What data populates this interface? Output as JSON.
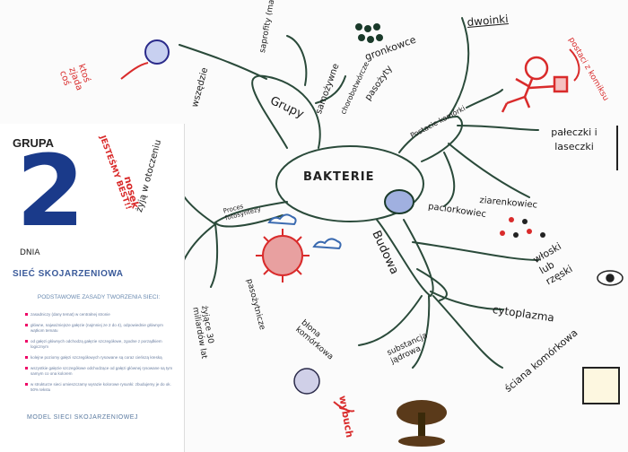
{
  "center": {
    "label": "BAKTERIE"
  },
  "branches": {
    "grupy": "Grupy",
    "budowa": "Budowa",
    "proces": "Proces fotosyntezy",
    "postacie": "Postacie komórki"
  },
  "words": {
    "saprofity": "saprofity (martwa)",
    "samozywne": "samożywne",
    "pasozyty": "pasożyty",
    "chorobotworcze": "chorobotwórcze",
    "wszedzie": "wszędzie",
    "zyja": "żyją w otoczeniu",
    "dwoinki": "dwoinki",
    "gronkowce": "gronkowce",
    "paleczki": "pałeczki i laseczki",
    "ziarenkowce": "ziarenkowiec",
    "paciorkowiec": "paciorkowiec",
    "wloski": "włoski lub rzęski",
    "cytoplazma": "cytoplazma",
    "blona": "błona komórkowa",
    "substancja": "substancja jądrowa",
    "sciana": "ściana komórkowa",
    "zyjaca": "żyjące 30 miliardów lat",
    "pasozytnicze": "pasożytnicze",
    "ktos": "ktoś zjada coś",
    "postaci": "postaci z komiksu",
    "wybuch": "wybuch",
    "jestesmy": "JESTEŚMY BEST!!",
    "nosek": "nosek"
  },
  "poster": {
    "grupa": "GRUPA",
    "number": "2",
    "dnia": "DNIA",
    "heading": "SIEĆ SKOJARZENIOWA",
    "rules_title": "PODSTAWOWE ZASADY TWORZENIA SIECI:",
    "rules": [
      "zasadniczy (dany temat) w centralnej stronie",
      "główne, najważniejsze gałęzie (najmniej ze 2 do 4), odpowiednie głównym wątkom tematu",
      "od gałęzi głównych odchodzą gałęzie szczegółowe, zgodne z porządkiem logicznym",
      "kolejne poziomy gałęzi szczegółowych rysowane są coraz cieńszą kreską",
      "wszystkie gałęzie szczegółowe odchodzące od gałęzi głównej rysowane są tym samym co ona kolorem",
      "w strukturze sieci umieszczamy wyrazie kolorowe rysunki: zbudujemy je do ok. 50% tekstu"
    ],
    "model": "MODEL SIECI SKOJARZENIOWEJ"
  }
}
